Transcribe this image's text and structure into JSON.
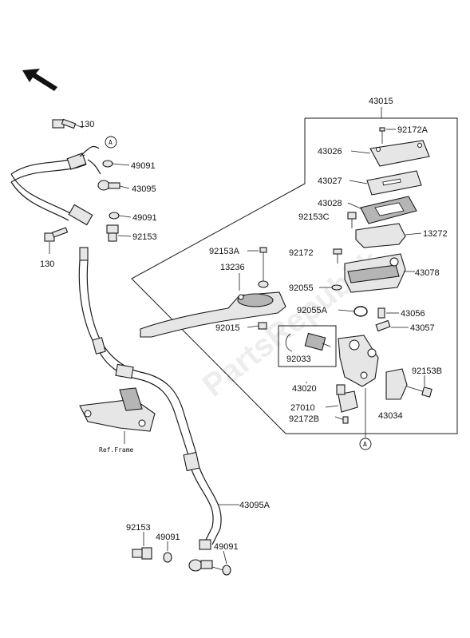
{
  "diagram": {
    "labels": {
      "p130_top": "130",
      "p130_bottom": "130",
      "p49091_a": "49091",
      "p43095": "43095",
      "p49091_b": "49091",
      "p92153_top": "92153",
      "p43015": "43015",
      "p92172A": "92172A",
      "p43026": "43026",
      "p43027": "43027",
      "p43028": "43028",
      "p92153C": "92153C",
      "p13272": "13272",
      "p92153A": "92153A",
      "p92172": "92172",
      "p13236": "13236",
      "p43078": "43078",
      "p92055": "92055",
      "p92055A": "92055A",
      "p43056": "43056",
      "p92015": "92015",
      "p43057": "43057",
      "p92033": "92033",
      "p92153B": "92153B",
      "p43020": "43020",
      "p27010": "27010",
      "p43034": "43034",
      "p92172B": "92172B",
      "p43095A": "43095A",
      "p92153_bottom": "92153",
      "p49091_c": "49091",
      "p49091_d": "49091",
      "ref_frame": "Ref.Frame"
    },
    "callouts": {
      "a_top": "A",
      "a_bottom": "A"
    },
    "watermark": "PartsRepublik"
  }
}
